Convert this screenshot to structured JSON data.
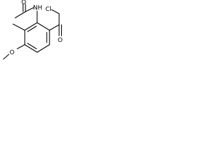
{
  "molecule": {
    "atoms": {
      "amide_n": "NH",
      "amide_o": "O",
      "chlorine": "Cl",
      "ketone_o": "O",
      "methoxy_o": "O"
    },
    "colors": {
      "bond": "#000000",
      "label": "#000000",
      "background": "#ffffff"
    }
  }
}
